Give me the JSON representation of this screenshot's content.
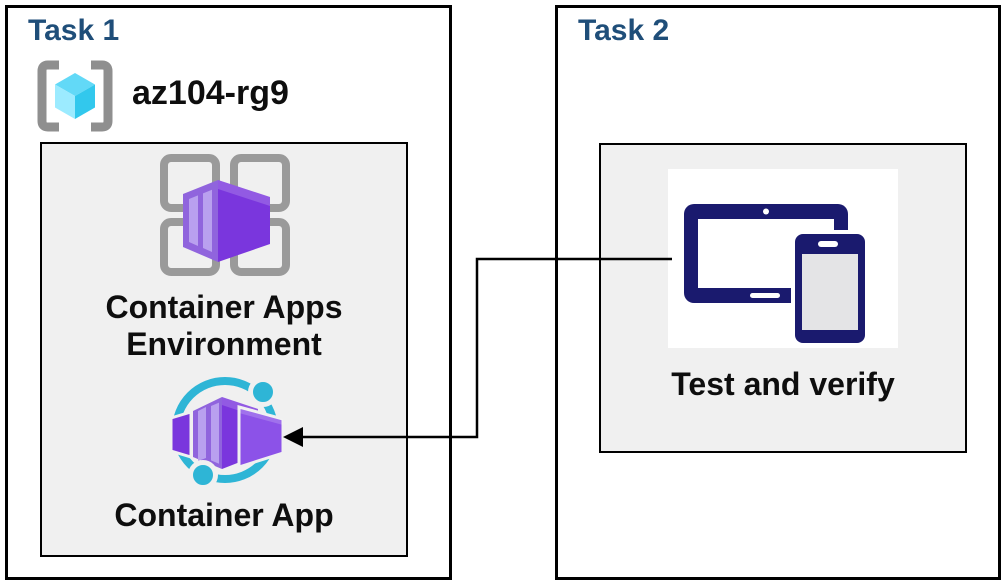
{
  "diagram": {
    "type": "azure-task-diagram",
    "connector": {
      "from": "Test and verify",
      "to": "Container App",
      "shape": "elbow",
      "arrowhead_at": "Container App"
    }
  },
  "task1": {
    "title": "Task 1",
    "resource_group": {
      "icon": "resource-group-icon",
      "label": "az104-rg9"
    },
    "nodes": [
      {
        "icon": "container-apps-environment-icon",
        "label": "Container Apps Environment"
      },
      {
        "icon": "container-app-icon",
        "label": "Container App"
      }
    ]
  },
  "task2": {
    "title": "Task 2",
    "nodes": [
      {
        "icon": "devices-icon",
        "label": "Test and verify"
      }
    ]
  },
  "colors": {
    "navy": "#1f4e79",
    "ink": "#0e0e0e",
    "panel": "#f0f0f0",
    "line": "#000000",
    "white": "#ffffff",
    "bracket": "#8f8f8f",
    "frame": "#9a9a9a",
    "cube_top": "#62d9f7",
    "cube_left": "#9cebff",
    "cube_right": "#32c8ed",
    "purple_light": "#b9a0ef",
    "purple_mid": "#9064dd",
    "purple_dark": "#7a36dd",
    "purple_box": "#8c52e8",
    "teal": "#2eb5d6",
    "device": "#1a1a6e",
    "screen": "#e4e4e6"
  }
}
